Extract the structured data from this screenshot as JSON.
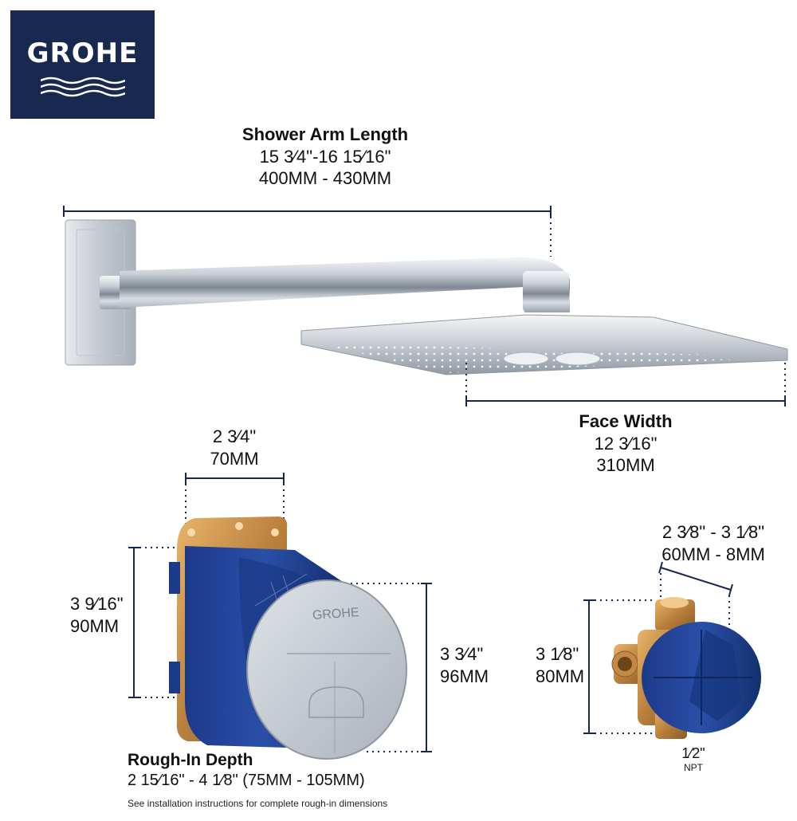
{
  "brand": {
    "name": "GROHE",
    "color": "#18284f"
  },
  "shower_arm": {
    "title": "Shower Arm Length",
    "imperial": "15 3⁄4\"-16 15⁄16\"",
    "metric": "400MM - 430MM"
  },
  "face_width": {
    "title": "Face Width",
    "imperial": "12 3⁄16\"",
    "metric": "310MM"
  },
  "valve_width": {
    "imperial": "2 3⁄4\"",
    "metric": "70MM"
  },
  "valve_height": {
    "imperial": "3 9⁄16\"",
    "metric": "90MM"
  },
  "cap_height": {
    "imperial": "3 3⁄4\"",
    "metric": "96MM"
  },
  "rough_in": {
    "title": "Rough-In Depth",
    "value": "2 15⁄16\" - 4 1⁄8\" (75MM - 105MM)",
    "note": "See installation instructions for complete rough-in dimensions"
  },
  "small_valve_width": {
    "imperial": "2 3⁄8\" - 3 1⁄8\"",
    "metric": "60MM - 8MM"
  },
  "small_valve_height": {
    "imperial": "3 1⁄8\"",
    "metric": "80MM"
  },
  "connection": {
    "size": "1⁄2\"",
    "type": "NPT"
  },
  "cap_brand": "GROHE"
}
